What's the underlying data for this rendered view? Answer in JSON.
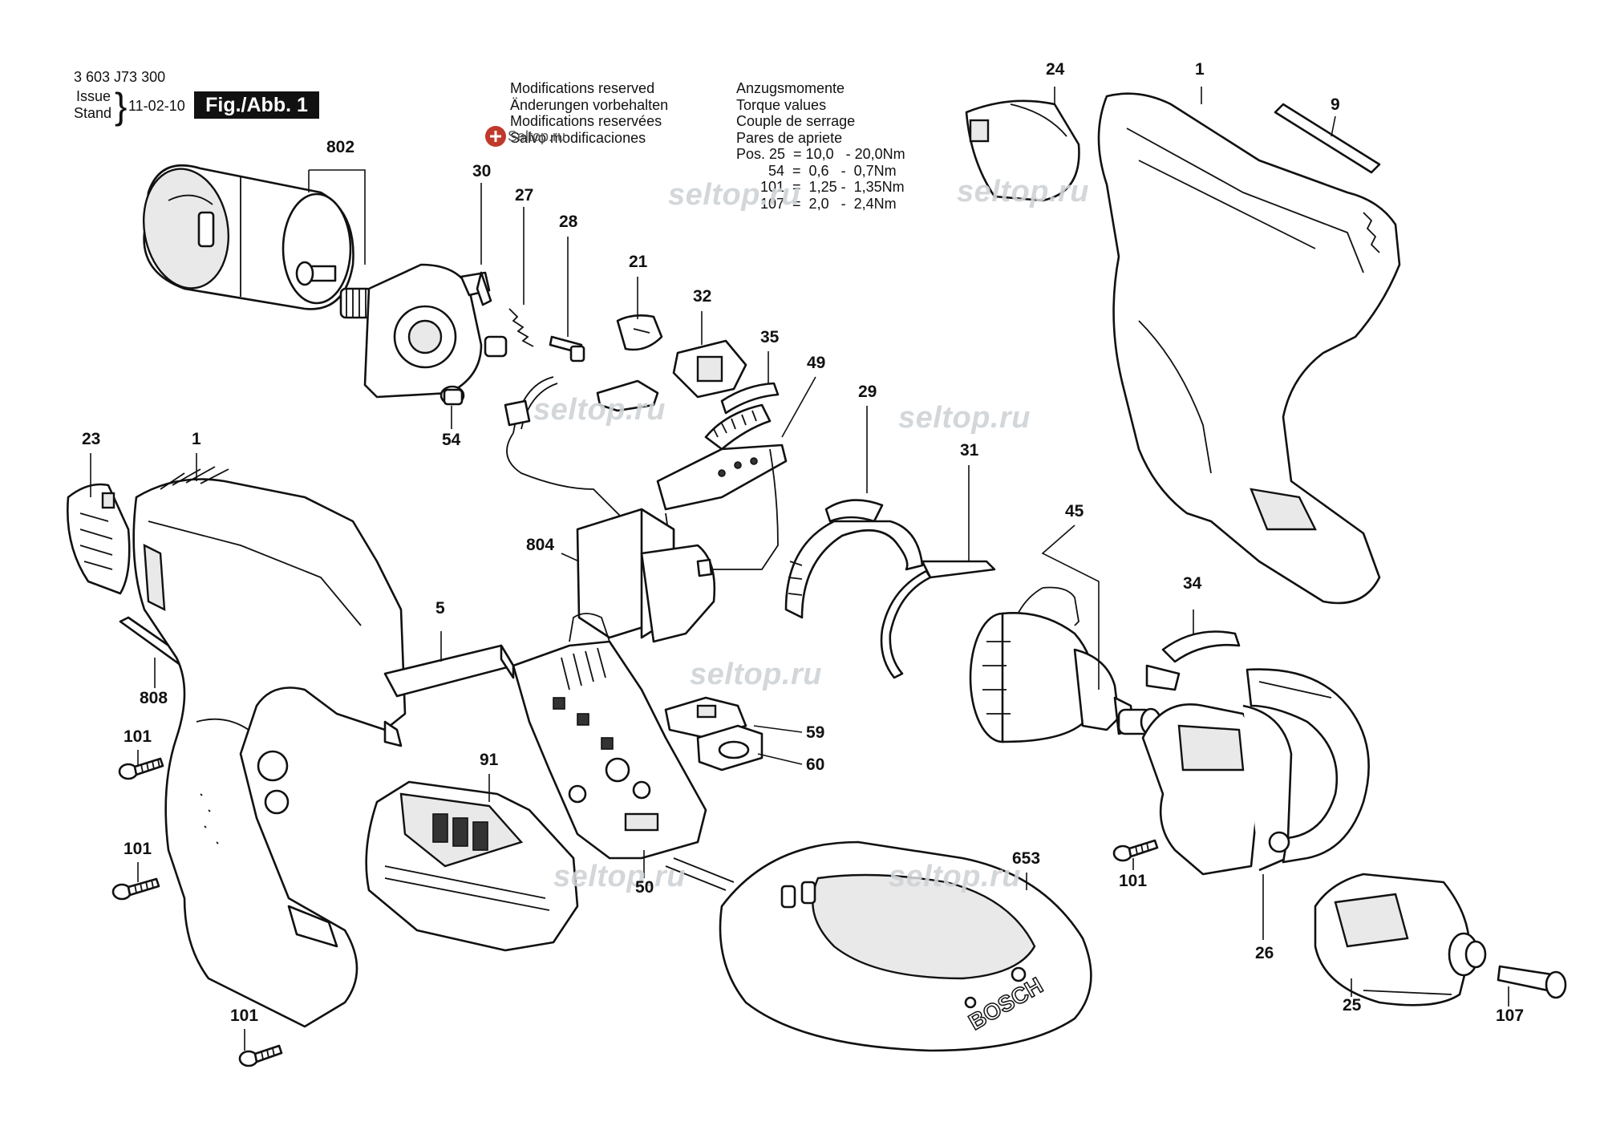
{
  "header": {
    "part_number": "3 603 J73 300",
    "issue_label": "Issue",
    "stand_label": "Stand",
    "issue_date": "11-02-10",
    "figure_label": "Fig./Abb. 1"
  },
  "notices": [
    "Modifications reserved",
    "Änderungen vorbehalten",
    "Modifications reservées",
    "Salvo modificaciones"
  ],
  "torque": [
    "Anzugsmomente",
    "Torque values",
    "Couple de serrage",
    "Pares de apriete",
    "Pos. 25  = 10,0   - 20,0Nm",
    "        54  =  0,6   -  0,7Nm",
    "      101  =  1,25 -  1,35Nm",
    "      107  =  2,0   -  2,4Nm"
  ],
  "watermarks": [
    "seltop.ru",
    "seltop.ru",
    "seltop.ru",
    "seltop.ru",
    "seltop.ru",
    "seltop.ru",
    "seltop.ru"
  ],
  "logo_text": "Seltop.ru",
  "brand_text": "BOSCH",
  "part_labels": [
    "24",
    "1",
    "9",
    "802",
    "30",
    "27",
    "28",
    "21",
    "32",
    "35",
    "49",
    "29",
    "31",
    "45",
    "23",
    "1",
    "804",
    "54",
    "5",
    "808",
    "101",
    "101",
    "101",
    "91",
    "50",
    "59",
    "60",
    "653",
    "34",
    "101",
    "26",
    "25",
    "107"
  ]
}
